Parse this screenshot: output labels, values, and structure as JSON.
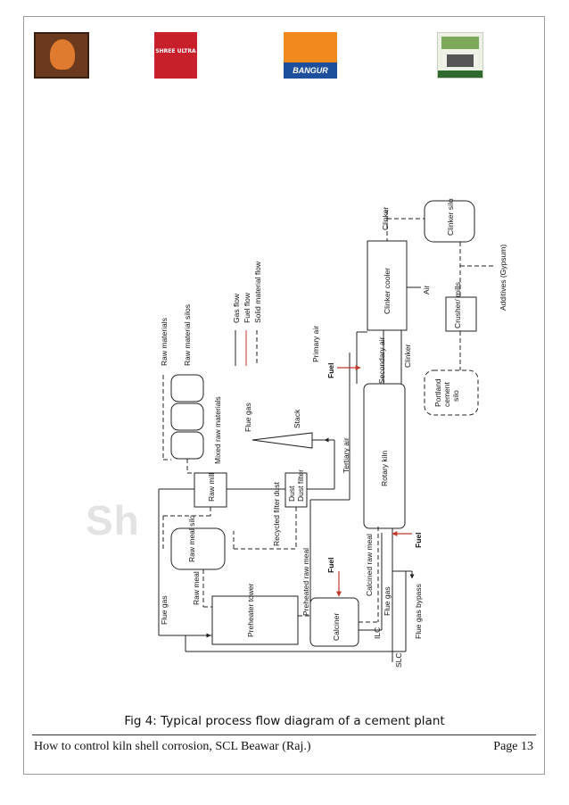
{
  "logos": {
    "logo1": "temple-deity-logo",
    "logo2": "shree-ultra-logo",
    "logo3": "bangur-cement-logo",
    "logo4": "green-building-logo",
    "logo2_text": "SHREE ULTRA",
    "logo3_text": "BANGUR"
  },
  "watermark": "Sh",
  "diagram": {
    "raw_materials": "Raw materials",
    "raw_material_silos": "Raw material silos",
    "mixed_raw_materials": "Mixed raw materials",
    "gas_flow": "Gas flow",
    "fuel_flow": "Fuel flow",
    "solid_material_flow": "Solid material flow",
    "flue_gas_top": "Flue gas",
    "stack": "Stack",
    "raw_mill": "Raw mill",
    "dust_filter": "Dust filter",
    "recycled_filter_dust": "Recycled filter dust",
    "raw_meal_silo": "Raw meal silo",
    "raw_meal": "Raw meal",
    "flue_gas_left": "Flue gas",
    "preheater_tower": "Preheater tower",
    "preheated_raw_meal": "Preheated raw meal",
    "fuel_calciner": "Fuel",
    "calciner": "Calciner",
    "calcined_raw_meal": "Calcined raw meal",
    "flue_gas_kiln": "Flue gas",
    "ilc": "ILC",
    "slc": "SLC",
    "tertiary_air": "Tertiary air",
    "rotary_kiln": "Rotary kiln",
    "fuel_kiln": "Fuel",
    "flue_gas_bypass": "Flue gas bypass",
    "primary_air": "Primary air",
    "fuel_primary": "Fuel",
    "secondary_air": "Secondary air",
    "clinker_mid": "Clinker",
    "clinker_cooler": "Clinker cooler",
    "air": "Air",
    "clinker_top": "Clinker",
    "clinker_silo": "Clinker silo",
    "crusher_mills": "Crusher/ mills",
    "additives": "Additives (Gypsum)",
    "portland_cement_silo_1": "Portland",
    "portland_cement_silo_2": "cement",
    "portland_cement_silo_3": "silo"
  },
  "caption": "Fig 4: Typical process flow diagram of a cement plant",
  "footer": {
    "left": "How to control kiln shell corrosion, SCL Beawar (Raj.)",
    "right": "Page 13"
  }
}
